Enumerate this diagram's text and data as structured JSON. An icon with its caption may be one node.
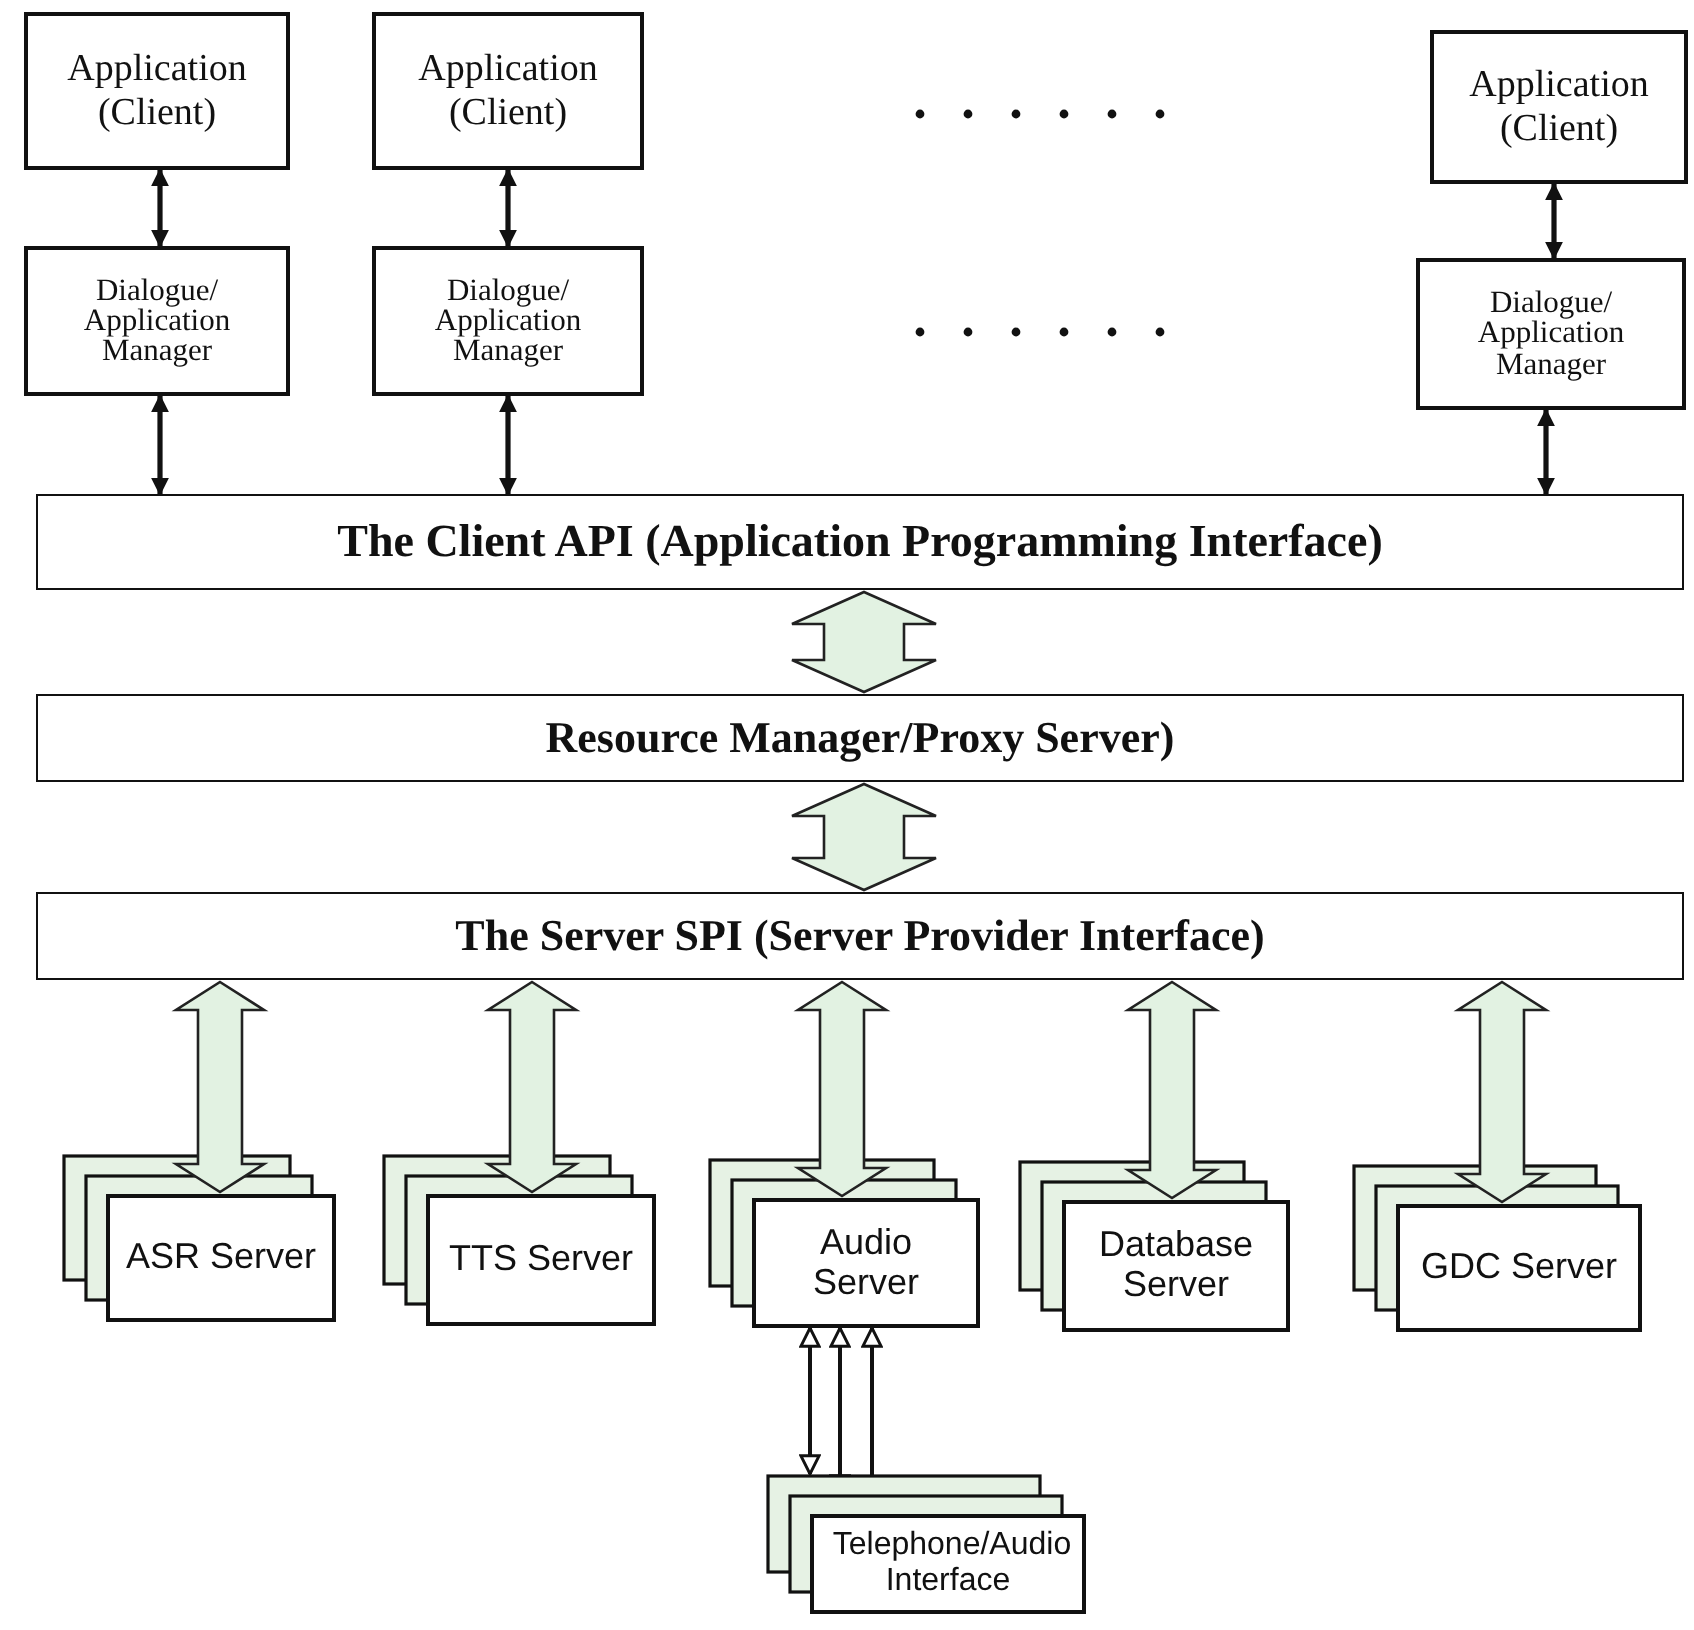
{
  "diagram": {
    "nodes": [
      {
        "text": [
          "Application (Client)"
        ]
      },
      {
        "text": [
          "Application (Client)"
        ]
      },
      {
        "text": [
          "Application (Client)"
        ]
      },
      {
        "text": [
          "Dialogue/ Application Manager"
        ]
      },
      {
        "text": [
          "Dialogue/ Application Manager"
        ]
      },
      {
        "text": [
          "Dialogue/ Application Manager"
        ]
      },
      {
        "text": [
          "The Client API (Application Programming Interface)"
        ]
      },
      {
        "text": [
          "Resource Manager/Proxy Server)"
        ]
      },
      {
        "text": [
          "The Server SPI (Server Provider Interface)"
        ]
      },
      {
        "text": [
          "ASR Server"
        ]
      },
      {
        "text": [
          "TTS Server"
        ]
      },
      {
        "text": [
          "Audio Server"
        ]
      },
      {
        "text": [
          "Database Server"
        ]
      },
      {
        "text": [
          "GDC Server"
        ]
      },
      {
        "text": [
          "Telephone/Audio Interface"
        ]
      }
    ],
    "edges": [
      {
        "from": 0,
        "to": 3,
        "arrow": "both"
      },
      {
        "from": 1,
        "to": 4,
        "arrow": "both"
      },
      {
        "from": 2,
        "to": 5,
        "arrow": "both"
      },
      {
        "from": 3,
        "to": 6,
        "arrow": "both"
      },
      {
        "from": 4,
        "to": 6,
        "arrow": "both"
      },
      {
        "from": 5,
        "to": 6,
        "arrow": "both"
      },
      {
        "from": 6,
        "to": 7,
        "arrow": "both",
        "style": "thick",
        "color": "#e2f2e2"
      },
      {
        "from": 7,
        "to": 8,
        "arrow": "both",
        "style": "thick",
        "color": "#e2f2e2"
      },
      {
        "from": 8,
        "to": 9,
        "arrow": "both",
        "style": "thick",
        "color": "#e2f2e2"
      },
      {
        "from": 8,
        "to": 10,
        "arrow": "both",
        "style": "thick",
        "color": "#e2f2e2"
      },
      {
        "from": 8,
        "to": 11,
        "arrow": "both",
        "style": "thick",
        "color": "#e2f2e2"
      },
      {
        "from": 8,
        "to": 12,
        "arrow": "both",
        "style": "thick",
        "color": "#e2f2e2"
      },
      {
        "from": 8,
        "to": 13,
        "arrow": "both",
        "style": "thick",
        "color": "#e2f2e2"
      },
      {
        "from": 11,
        "to": 14,
        "arrow": "both"
      },
      {
        "from": 11,
        "to": 14,
        "arrow": "both"
      },
      {
        "from": 11,
        "to": 14,
        "arrow": "both"
      }
    ]
  }
}
